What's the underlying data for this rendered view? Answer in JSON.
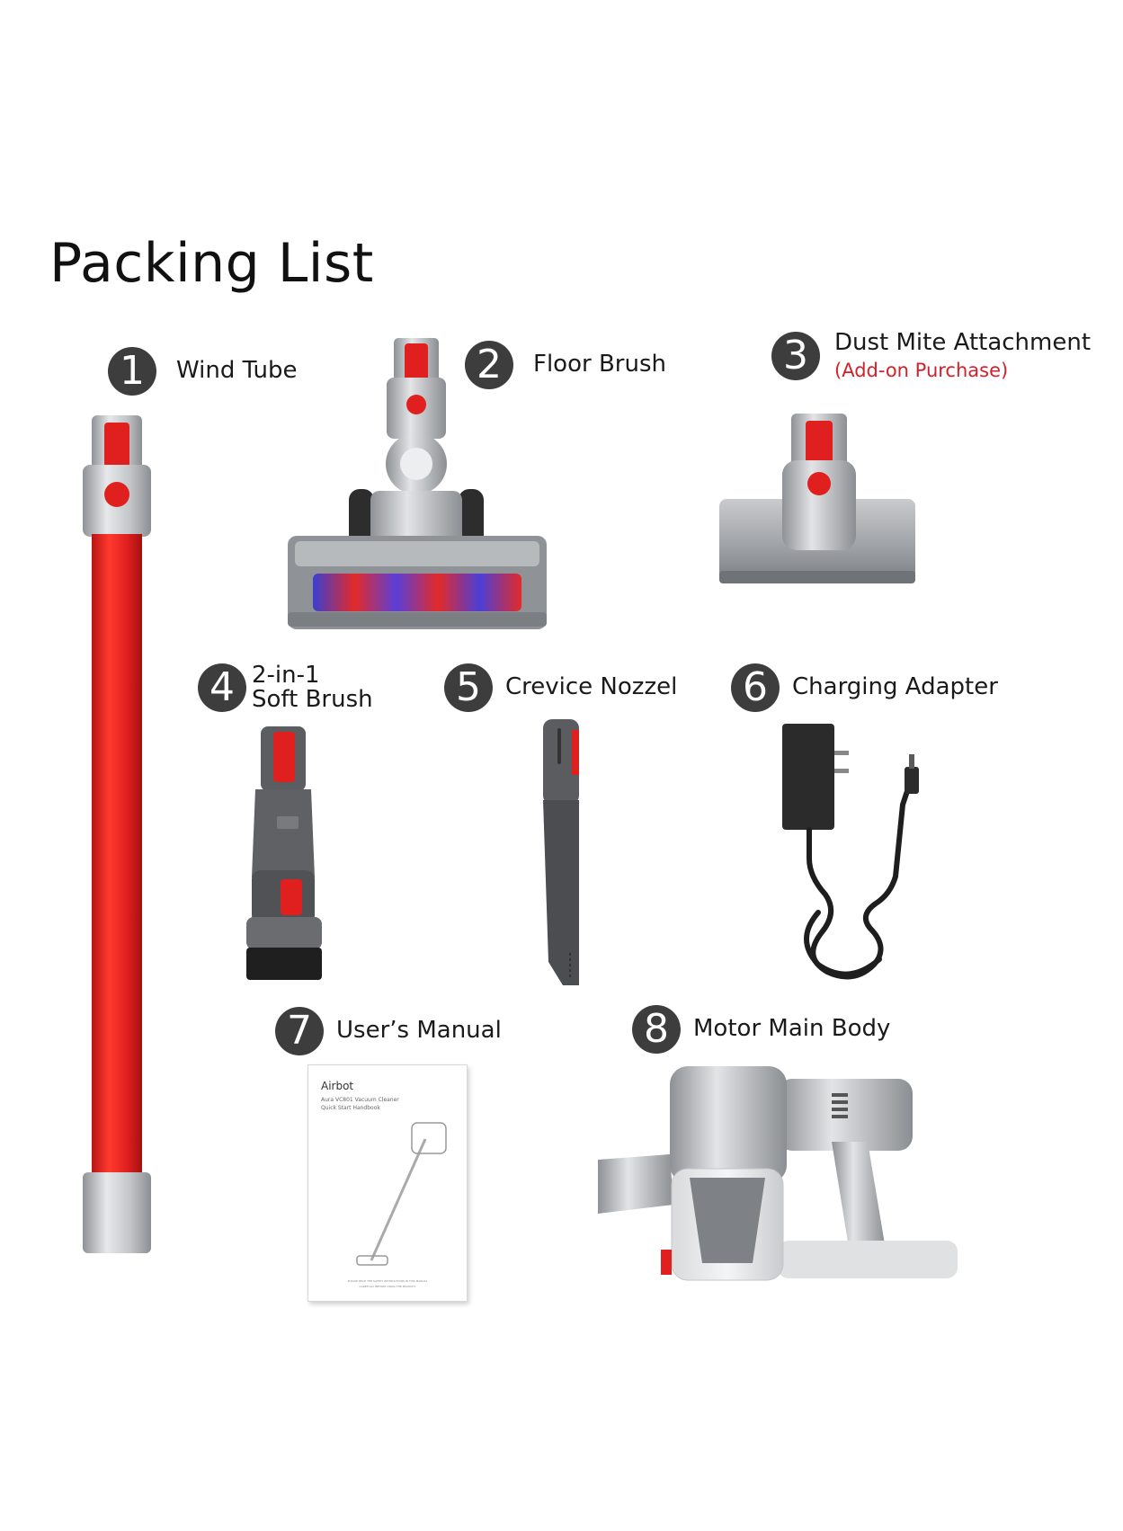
{
  "title": "Packing List",
  "colors": {
    "accent_red": "#e0201f",
    "badge": "#3d3d3d",
    "silver": "#b9bcc0",
    "subnote": "#d4202a"
  },
  "items": [
    {
      "number": "1",
      "label": "Wind Tube"
    },
    {
      "number": "2",
      "label": "Floor Brush"
    },
    {
      "number": "3",
      "label": "Dust Mite Attachment",
      "note": "(Add-on Purchase)"
    },
    {
      "number": "4",
      "label_line1": "2-in-1",
      "label_line2": "Soft Brush"
    },
    {
      "number": "5",
      "label": "Crevice Nozzel"
    },
    {
      "number": "6",
      "label": "Charging Adapter"
    },
    {
      "number": "7",
      "label": "User’s Manual"
    },
    {
      "number": "8",
      "label": "Motor Main Body"
    }
  ],
  "manual": {
    "brand": "Airbot",
    "subtitle1": "Aura VC801 Vacuum Cleaner",
    "subtitle2": "Quick Start Handbook",
    "footer1": "PLEASE READ THE SAFETY INSTRUCTIONS IN THIS MANUAL",
    "footer2": "CAREFULLY BEFORE USING THE PRODUCT"
  }
}
